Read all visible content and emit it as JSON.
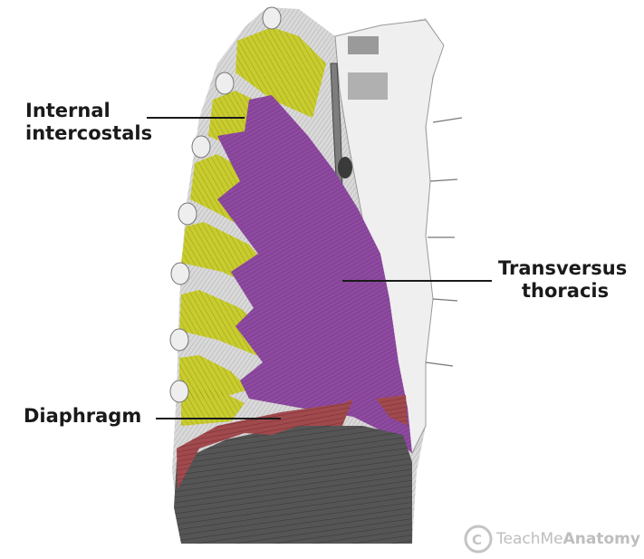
{
  "labels": {
    "internal_intercostals": {
      "line1": "Internal",
      "line2": "intercostals"
    },
    "transversus_thoracis": {
      "line1": "Transversus",
      "line2": "thoracis"
    },
    "diaphragm": "Diaphragm"
  },
  "watermark": {
    "prefix": "TeachMe",
    "suffix": "Anatomy"
  },
  "colors": {
    "intercostal": "#c8cc2e",
    "transversus": "#8e4aa0",
    "diaphragm": "#a04a4e",
    "sternum": "#e8e8e8",
    "lines": "#1a1a1a"
  }
}
